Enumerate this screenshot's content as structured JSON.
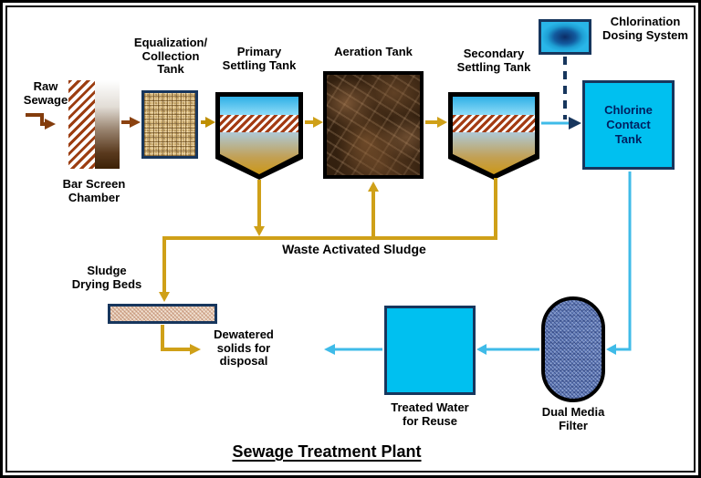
{
  "diagram": {
    "title": "Sewage Treatment Plant",
    "labels": {
      "raw_sewage": "Raw\nSewage",
      "bar_screen": "Bar Screen\nChamber",
      "equalization": "Equalization/\nCollection\nTank",
      "primary_settling": "Primary\nSettling Tank",
      "aeration": "Aeration Tank",
      "secondary_settling": "Secondary\nSettling Tank",
      "chlorination_dosing": "Chlorination\nDosing System",
      "chlorine_contact": "Chlorine\nContact\nTank",
      "waste_activated_sludge": "Waste Activated Sludge",
      "sludge_drying_beds": "Sludge\nDrying Beds",
      "dewatered_solids": "Dewatered\nsolids for\ndisposal",
      "treated_water": "Treated Water\nfor Reuse",
      "dual_media_filter": "Dual Media\nFilter"
    },
    "colors": {
      "raw_flow_arrow": "#833c0c",
      "transfer_arrow": "#bf8f00",
      "sludge_line": "#cfa018",
      "water_line": "#3fbbe8",
      "navy_border": "#17365d",
      "tank_cyan": "#00c0f0",
      "hatch_red": "#a33b13"
    }
  }
}
